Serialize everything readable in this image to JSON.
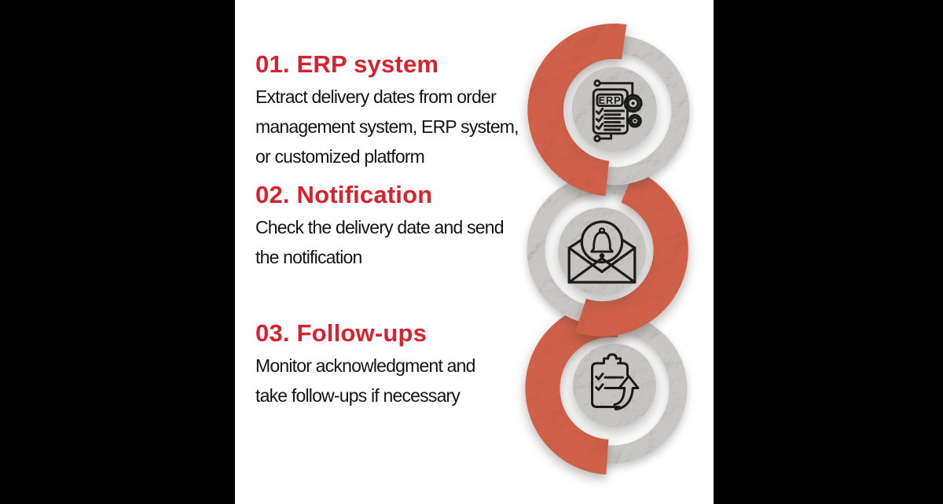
{
  "colors": {
    "frame_bg": "#000000",
    "panel_bg": "#ffffff",
    "heading_red": "#d8232e",
    "arc_terracotta": "#cf604a",
    "ring_gray": "#c9c7c4",
    "icon_circle_gray": "#c7c5c2",
    "icon_stroke": "#1b1b1b",
    "body_text": "#141414"
  },
  "steps": [
    {
      "heading": "01. ERP system",
      "description_lines": [
        "Extract delivery dates from order",
        "management system, ERP system,",
        "or customized platform"
      ],
      "icon": "erp-clipboard-gears-icon",
      "icon_label": "ERP"
    },
    {
      "heading": "02. Notification",
      "description_lines": [
        "Check the delivery date and send",
        "the notification"
      ],
      "icon": "envelope-bell-icon"
    },
    {
      "heading": "03. Follow-ups",
      "description_lines": [
        "Monitor acknowledgment and",
        "take follow-ups if necessary"
      ],
      "icon": "clipboard-checklist-arrow-icon"
    }
  ]
}
